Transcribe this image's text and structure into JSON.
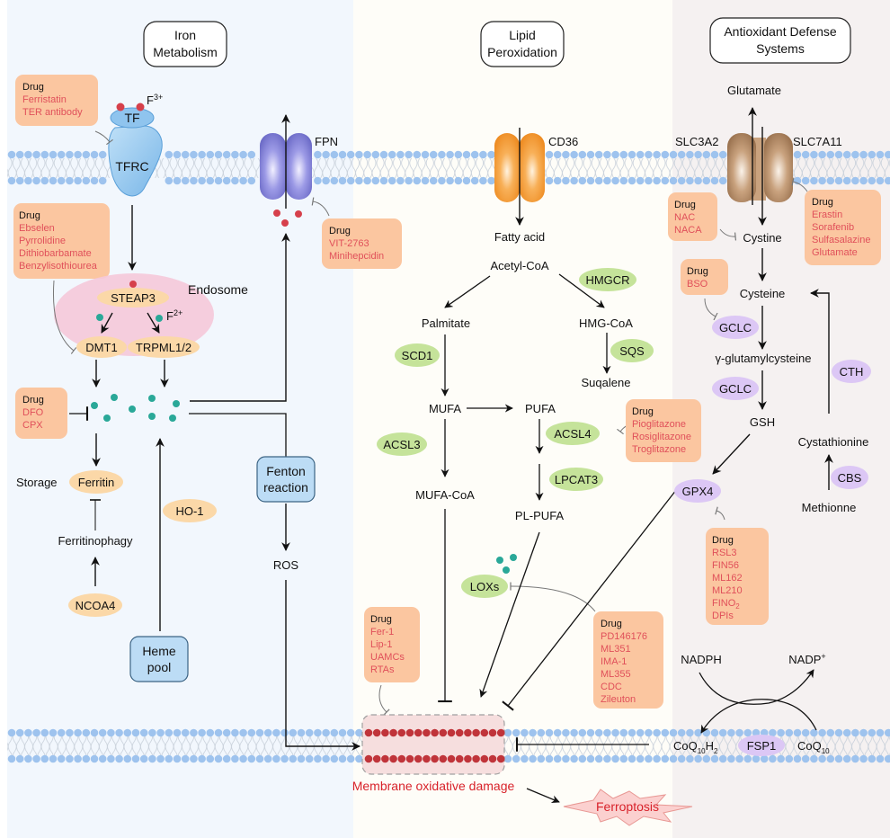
{
  "panels": {
    "iron": {
      "title_lines": [
        "Iron",
        "Metabolism"
      ],
      "bg": "#f2f7fd"
    },
    "lipid": {
      "title_lines": [
        "Lipid",
        "Peroxidation"
      ],
      "bg": "#fefdf8"
    },
    "antioxidant": {
      "title_lines": [
        "Antioxidant Defense",
        "Systems"
      ],
      "bg": "#f5f1f1"
    }
  },
  "colors": {
    "membrane_head": "#9ec3ee",
    "drug_box": "#fbc6a0",
    "drug_text": "#e0505a",
    "enzyme_green": "#c5e39a",
    "enzyme_purple": "#dcc7f5",
    "enzyme_orange": "#fbd8a8",
    "blue_box": "#bcdcf5",
    "fe3_dot": "#d6404b",
    "fe2_dot": "#2aa898",
    "damage_text": "#d8222a",
    "ferroptosis_fill": "#fbd0cf"
  },
  "iron": {
    "tf": "TF",
    "fe3": "F",
    "fe3_sup": "3+",
    "tfrc": "TFRC",
    "fpn": "FPN",
    "endosome": "Endosome",
    "steap3": "STEAP3",
    "fe2": "F",
    "fe2_sup": "2+",
    "dmt1": "DMT1",
    "trpml": "TRPML1/2",
    "storage": "Storage",
    "ferritin": "Ferritin",
    "ferritinophagy": "Ferritinophagy",
    "ncoa4": "NCOA4",
    "ho1": "HO-1",
    "heme_pool": [
      "Heme",
      "pool"
    ],
    "fenton": [
      "Fenton",
      "reaction"
    ],
    "ros": "ROS"
  },
  "lipid": {
    "cd36": "CD36",
    "fatty_acid": "Fatty acid",
    "acetyl_coa": "Acetyl-CoA",
    "hmgcr": "HMGCR",
    "palmitate": "Palmitate",
    "hmg_coa": "HMG-CoA",
    "scd1": "SCD1",
    "sqs": "SQS",
    "suqalene": "Suqalene",
    "mufa": "MUFA",
    "pufa": "PUFA",
    "acsl3": "ACSL3",
    "acsl4": "ACSL4",
    "lpcat3": "LPCAT3",
    "mufa_coa": "MUFA-CoA",
    "pl_pufa": "PL-PUFA",
    "loxs": "LOXs",
    "membrane_damage": "Membrane oxidative damage",
    "ferroptosis": "Ferroptosis"
  },
  "antioxidant": {
    "glutamate": "Glutamate",
    "slc3a2": "SLC3A2",
    "slc7a11": "SLC7A11",
    "cystine": "Cystine",
    "cysteine": "Cysteine",
    "gclc_1": "GCLC",
    "gamma_glu": "γ-glutamylcysteine",
    "gclc_2": "GCLC",
    "gsh": "GSH",
    "gpx4": "GPX4",
    "cth": "CTH",
    "cystathionine": "Cystathionine",
    "cbs": "CBS",
    "methionine": "Methionne",
    "nadph": "NADPH",
    "nadp": "NADP",
    "nadp_sup": "+",
    "coq10h2": "CoQ",
    "coq10h2_sub1": "10",
    "coq10h2_h": "H",
    "coq10h2_sub2": "2",
    "fsp1": "FSP1",
    "coq10": "CoQ",
    "coq10_sub": "10"
  },
  "drugs": {
    "tf": {
      "title": "Drug",
      "items": [
        "Ferristatin",
        "TER antibody"
      ]
    },
    "steap3": {
      "title": "Drug",
      "items": [
        "Ebselen",
        "Pyrrolidine",
        "Dithiobarbamate",
        "Benzylisothiourea"
      ]
    },
    "iron_chelators": {
      "title": "Drug",
      "items": [
        "DFO",
        "CPX"
      ]
    },
    "fpn": {
      "title": "Drug",
      "items": [
        "VIT-2763",
        "Minihepcidin"
      ]
    },
    "acsl4": {
      "title": "Drug",
      "items": [
        "Pioglitazone",
        "Rosiglitazone",
        "Troglitazone"
      ]
    },
    "rta": {
      "title": "Drug",
      "items": [
        "Fer-1",
        "Lip-1",
        "UAMCs",
        "RTAs"
      ]
    },
    "lox": {
      "title": "Drug",
      "items": [
        "PD146176",
        "ML351",
        "IMA-1",
        "ML355",
        "CDC",
        "Zileuton"
      ]
    },
    "cystine": {
      "title": "Drug",
      "items": [
        "NAC",
        "NACA"
      ]
    },
    "system_xc": {
      "title": "Drug",
      "items": [
        "Erastin",
        "Sorafenib",
        "Sulfasalazine",
        "Glutamate"
      ]
    },
    "gclc": {
      "title": "Drug",
      "items": [
        "BSO"
      ]
    },
    "gpx4": {
      "title": "Drug",
      "items": [
        "RSL3",
        "FIN56",
        "ML162",
        "ML210",
        "FINO",
        "DPIs"
      ],
      "fino_sub": "2"
    }
  }
}
